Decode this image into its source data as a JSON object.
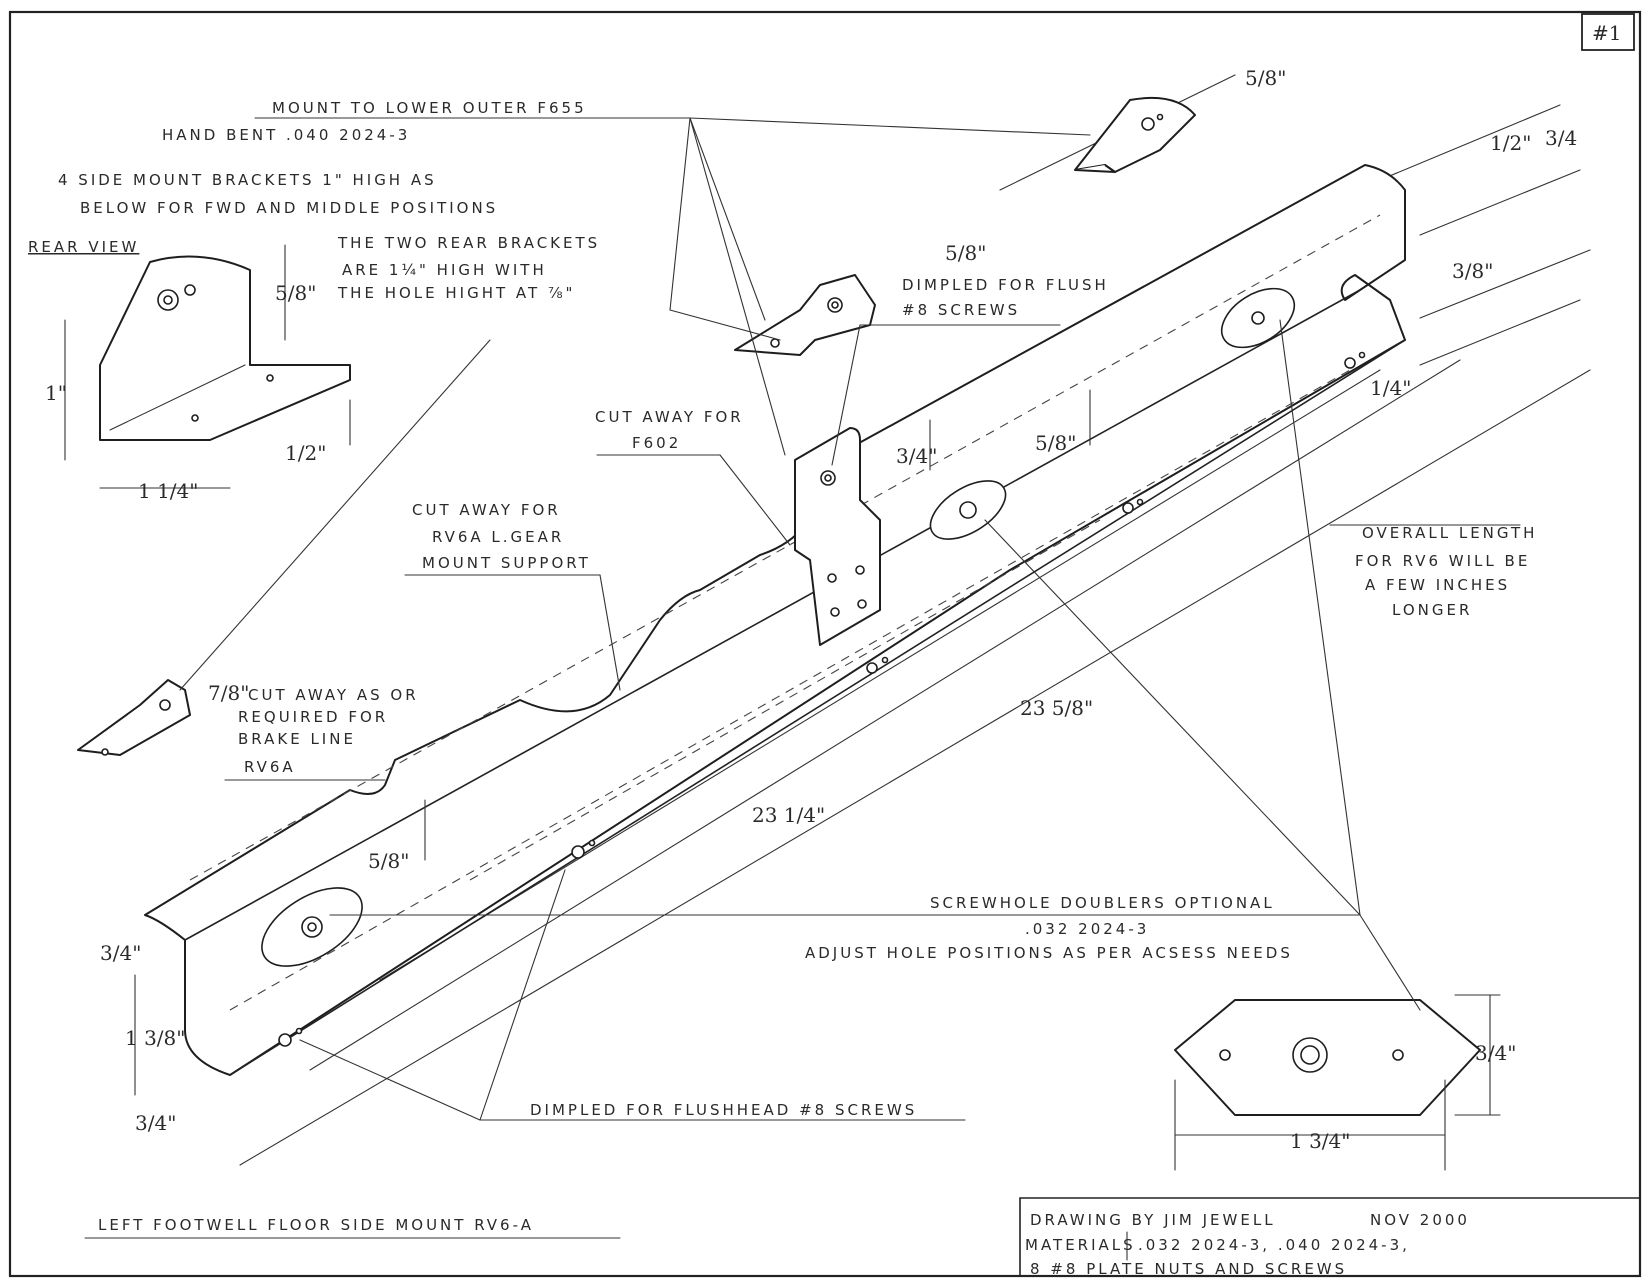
{
  "sheet": {
    "number": "#1"
  },
  "labels": {
    "mount_to": "MOUNT TO LOWER OUTER F655",
    "hand_bent": "HAND BENT .040 2024-3",
    "side_brackets_1": "4 SIDE MOUNT BRACKETS 1\" HIGH AS",
    "side_brackets_2": "BELOW FOR FWD AND MIDDLE POSITIONS",
    "rear_view": "REAR VIEW",
    "rear_brackets_1": "THE TWO REAR BRACKETS",
    "rear_brackets_2": "ARE 1¼\" HIGH WITH",
    "rear_brackets_3": "THE HOLE HIGHT AT ⅞\"",
    "dimpled_flush_1": "DIMPLED FOR FLUSH",
    "dimpled_flush_2": "#8 SCREWS",
    "cut_f602_1": "CUT AWAY FOR",
    "cut_f602_2": "F602",
    "cut_gear_1": "CUT AWAY FOR",
    "cut_gear_2": "RV6A L.GEAR",
    "cut_gear_3": "MOUNT SUPPORT",
    "cut_brake_1": "CUT AWAY AS OR",
    "cut_brake_2": "REQUIRED FOR",
    "cut_brake_3": "BRAKE LINE",
    "cut_brake_4": "RV6A",
    "overall_1": "OVERALL LENGTH",
    "overall_2": "FOR RV6 WILL BE",
    "overall_3": "A FEW INCHES",
    "overall_4": "LONGER",
    "doublers_1": "SCREWHOLE DOUBLERS OPTIONAL",
    "doublers_2": ".032 2024-3",
    "doublers_3": "ADJUST HOLE POSITIONS AS PER ACSESS NEEDS",
    "dimpled_head": "DIMPLED FOR FLUSHHEAD #8 SCREWS",
    "title": "LEFT FOOTWELL FLOOR SIDE MOUNT RV6-A"
  },
  "dimensions": {
    "d_5_8_top": "5/8\"",
    "d_1_2_top": "1/2\"",
    "d_3_4_top": "3/4",
    "d_3_8_right": "3/8\"",
    "d_1_4_right": "1/4\"",
    "d_5_8_mid": "5/8\"",
    "d_3_4_mid": "3/4\"",
    "d_5_8_bracket": "5/8\"",
    "d_1_rear": "1\"",
    "d_5_8_rear": "5/8\"",
    "d_1_1_4_rear": "1 1/4\"",
    "d_1_2_rear": "1/2\"",
    "d_7_8_small": "7/8\"",
    "d_23_5_8": "23 5/8\"",
    "d_23_1_4": "23 1/4\"",
    "d_5_8_left": "5/8\"",
    "d_3_4_left_top": "3/4\"",
    "d_1_3_8_left": "1 3/8\"",
    "d_3_4_left_bot": "3/4\"",
    "d_3_4_doubler": "3/4\"",
    "d_1_3_4_doubler": "1 3/4\""
  },
  "title_block": {
    "drawn_by": "DRAWING BY JIM JEWELL",
    "date": "NOV 2000",
    "materials_label": "MATERIALS",
    "materials_1": ".032 2024-3, .040 2024-3,",
    "materials_2": "8 #8 PLATE NUTS AND SCREWS"
  },
  "colors": {
    "ink": "#222222",
    "paper": "#ffffff"
  }
}
